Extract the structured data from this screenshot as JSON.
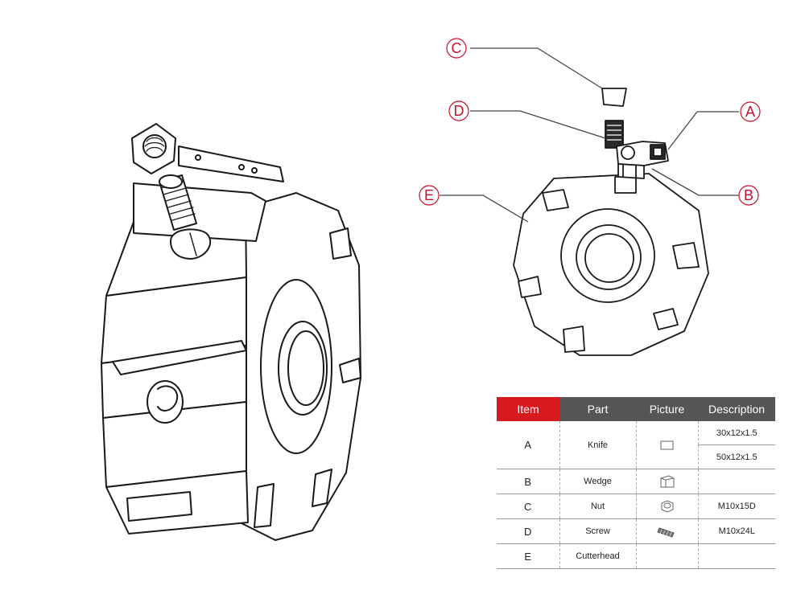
{
  "callouts": [
    {
      "letter": "C",
      "part": "nut"
    },
    {
      "letter": "D",
      "part": "screw"
    },
    {
      "letter": "A",
      "part": "knife"
    },
    {
      "letter": "E",
      "part": "cutterhead"
    },
    {
      "letter": "B",
      "part": "wedge"
    }
  ],
  "table": {
    "headers": [
      "Item",
      "Part",
      "Picture",
      "Description"
    ],
    "rows": [
      {
        "item": "A",
        "part": "Knife",
        "picture_icon": "knife-icon",
        "descriptions": [
          "30x12x1.5",
          "50x12x1.5"
        ]
      },
      {
        "item": "B",
        "part": "Wedge",
        "picture_icon": "wedge-icon",
        "descriptions": [
          ""
        ]
      },
      {
        "item": "C",
        "part": "Nut",
        "picture_icon": "nut-icon",
        "descriptions": [
          "M10x15D"
        ]
      },
      {
        "item": "D",
        "part": "Screw",
        "picture_icon": "screw-icon",
        "descriptions": [
          "M10x24L"
        ]
      },
      {
        "item": "E",
        "part": "Cutterhead",
        "picture_icon": "",
        "descriptions": [
          ""
        ]
      }
    ]
  },
  "colors": {
    "accent_red": "#d71920",
    "header_gray": "#555555",
    "line": "#222222"
  }
}
